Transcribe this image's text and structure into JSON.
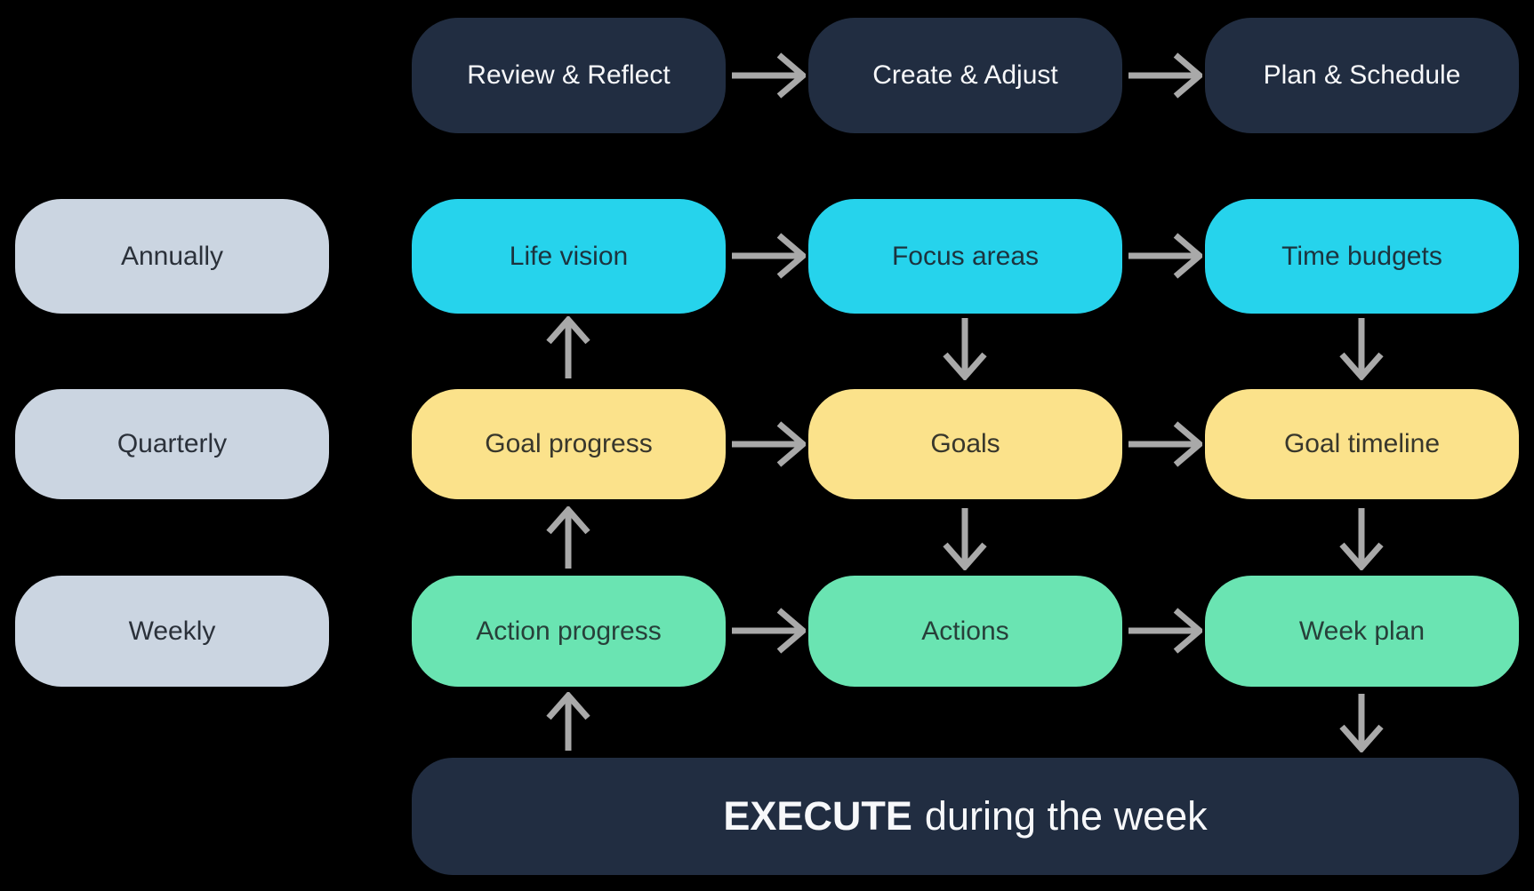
{
  "background": "#000000",
  "palette": {
    "node_dark_navy": "#212d41",
    "cadence_gray": "#cbd5e1",
    "annual_cyan": "#26d3ec",
    "quarterly_yellow": "#fbe28b",
    "weekly_green": "#6ae4b2",
    "arrow_gray": "#a9a9a9",
    "text_on_dark": "#f7f8fa",
    "text_on_light": "#2b313a"
  },
  "phases": [
    "Review & Reflect",
    "Create & Adjust",
    "Plan & Schedule"
  ],
  "grid": {
    "rows": [
      {
        "cadence": "Annually",
        "color": "annual_cyan",
        "cells": [
          "Life vision",
          "Focus areas",
          "Time budgets"
        ]
      },
      {
        "cadence": "Quarterly",
        "color": "quarterly_yellow",
        "cells": [
          "Goal progress",
          "Goals",
          "Goal timeline"
        ]
      },
      {
        "cadence": "Weekly",
        "color": "weekly_green",
        "cells": [
          "Action progress",
          "Actions",
          "Week plan"
        ]
      }
    ]
  },
  "execute_bar": {
    "emphasis": "EXECUTE",
    "text": "during the week"
  },
  "edges": {
    "horizontal_right": [
      "Review & Reflect → Create & Adjust",
      "Create & Adjust → Plan & Schedule",
      "Life vision → Focus areas",
      "Focus areas → Time budgets",
      "Goal progress → Goals",
      "Goals → Goal timeline",
      "Action progress → Actions",
      "Actions → Week plan"
    ],
    "vertical_up": [
      "Goal progress → Life vision",
      "Action progress → Goal progress",
      "EXECUTE → Action progress"
    ],
    "vertical_down": [
      "Focus areas → Goals",
      "Time budgets → Goal timeline",
      "Goals → Actions",
      "Goal timeline → Week plan",
      "Week plan → EXECUTE"
    ]
  }
}
